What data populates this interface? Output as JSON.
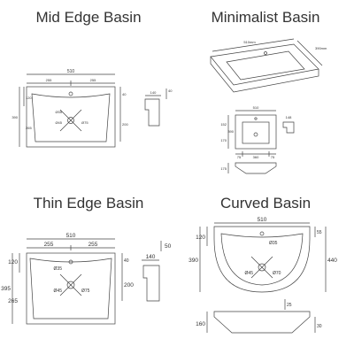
{
  "titles": {
    "mid": "Mid Edge Basin",
    "minimalist": "Minimalist Basin",
    "thin": "Thin Edge Basin",
    "curved": "Curved Basin"
  },
  "mid": {
    "width": "510",
    "half_left": "255",
    "half_right": "255",
    "depth": "390",
    "rear": "120",
    "front": "265",
    "side_top": "40",
    "side_depth": "140",
    "side_height": "200",
    "side_right": "40",
    "tap": "Ø35",
    "waste_a": "Ø45",
    "waste_b": "Ø75"
  },
  "minimalist": {
    "persp_width": "510mm",
    "persp_depth": "390mm",
    "width": "510",
    "depth": "390",
    "rear": "152",
    "front": "170",
    "side": "148",
    "bottom_left": "75",
    "bottom_mid": "360",
    "bottom_right": "75",
    "section_height": "175"
  },
  "thin": {
    "width": "510",
    "half_left": "255",
    "half_right": "255",
    "depth": "395",
    "rear": "120",
    "front": "265",
    "side_top": "50",
    "side_depth": "140",
    "side_height": "200",
    "side_right": "40",
    "tap": "Ø35",
    "waste_a": "Ø45",
    "waste_b": "Ø75"
  },
  "curved": {
    "width": "510",
    "rear": "120",
    "right_top": "55",
    "depth": "390",
    "overall": "440",
    "tap": "Ø35",
    "waste_a": "Ø45",
    "waste_b": "Ø70",
    "section_top": "25",
    "section_height": "160",
    "section_right": "30"
  }
}
